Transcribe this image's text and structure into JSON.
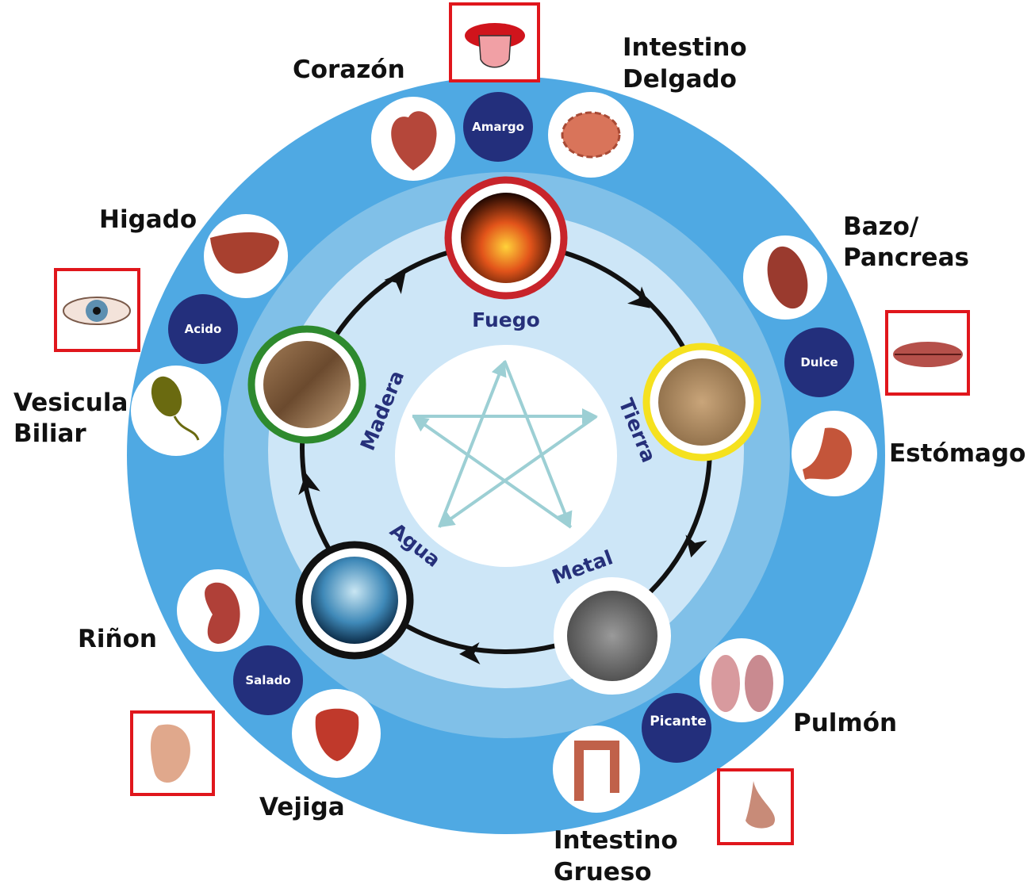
{
  "elements": {
    "fuego": "Fuego",
    "tierra": "Tierra",
    "metal": "Metal",
    "agua": "Agua",
    "madera": "Madera"
  },
  "tastes": {
    "amargo": "Amargo",
    "dulce": "Dulce",
    "picante": "Picante",
    "salado": "Salado",
    "acido": "Acido"
  },
  "organs": {
    "corazon": "Corazón",
    "intestino_delgado": [
      "Intestino",
      "Delgado"
    ],
    "bazo_pancreas": [
      "Bazo/",
      "Pancreas"
    ],
    "estomago": "Estómago",
    "pulmon": "Pulmón",
    "intestino_grueso": [
      "Intestino",
      "Grueso"
    ],
    "vejiga": "Vejiga",
    "rinon": "Riñon",
    "vesicula_biliar": [
      "Vesicula",
      "Biliar"
    ],
    "higado": "Higado"
  },
  "colors": {
    "outer_ring": "#4fa9e3",
    "middle_ring": "#80c0e8",
    "inner_ring": "#cde6f7",
    "taste_navy": "#232f7c",
    "fuego": "#c8242b",
    "tierra": "#f5e11f",
    "madera": "#2e8a2e",
    "agua": "#111111",
    "star": "#a6d8dc"
  }
}
